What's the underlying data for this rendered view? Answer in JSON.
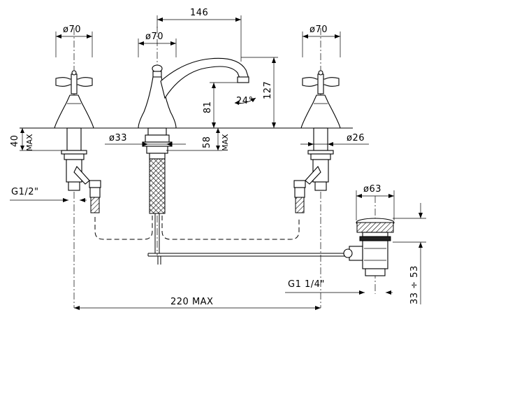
{
  "dimensions": {
    "spout_reach": "146",
    "left_handle_dia": "ø70",
    "spout_base_dia": "ø70",
    "right_handle_dia": "ø70",
    "spout_height": "81",
    "total_height": "127",
    "swivel_angle": "24°",
    "shank_dia": "ø33",
    "shank_length": "58",
    "shank_length_max": "MAX",
    "deck_thickness": "40",
    "deck_thickness_max": "MAX",
    "valve_shank_dia": "ø26",
    "inlet_thread": "G1/2\"",
    "waste_dia": "ø63",
    "waste_thread": "G1  1/4\"",
    "waste_range": "33 ÷ 53",
    "spread": "220  MAX"
  }
}
